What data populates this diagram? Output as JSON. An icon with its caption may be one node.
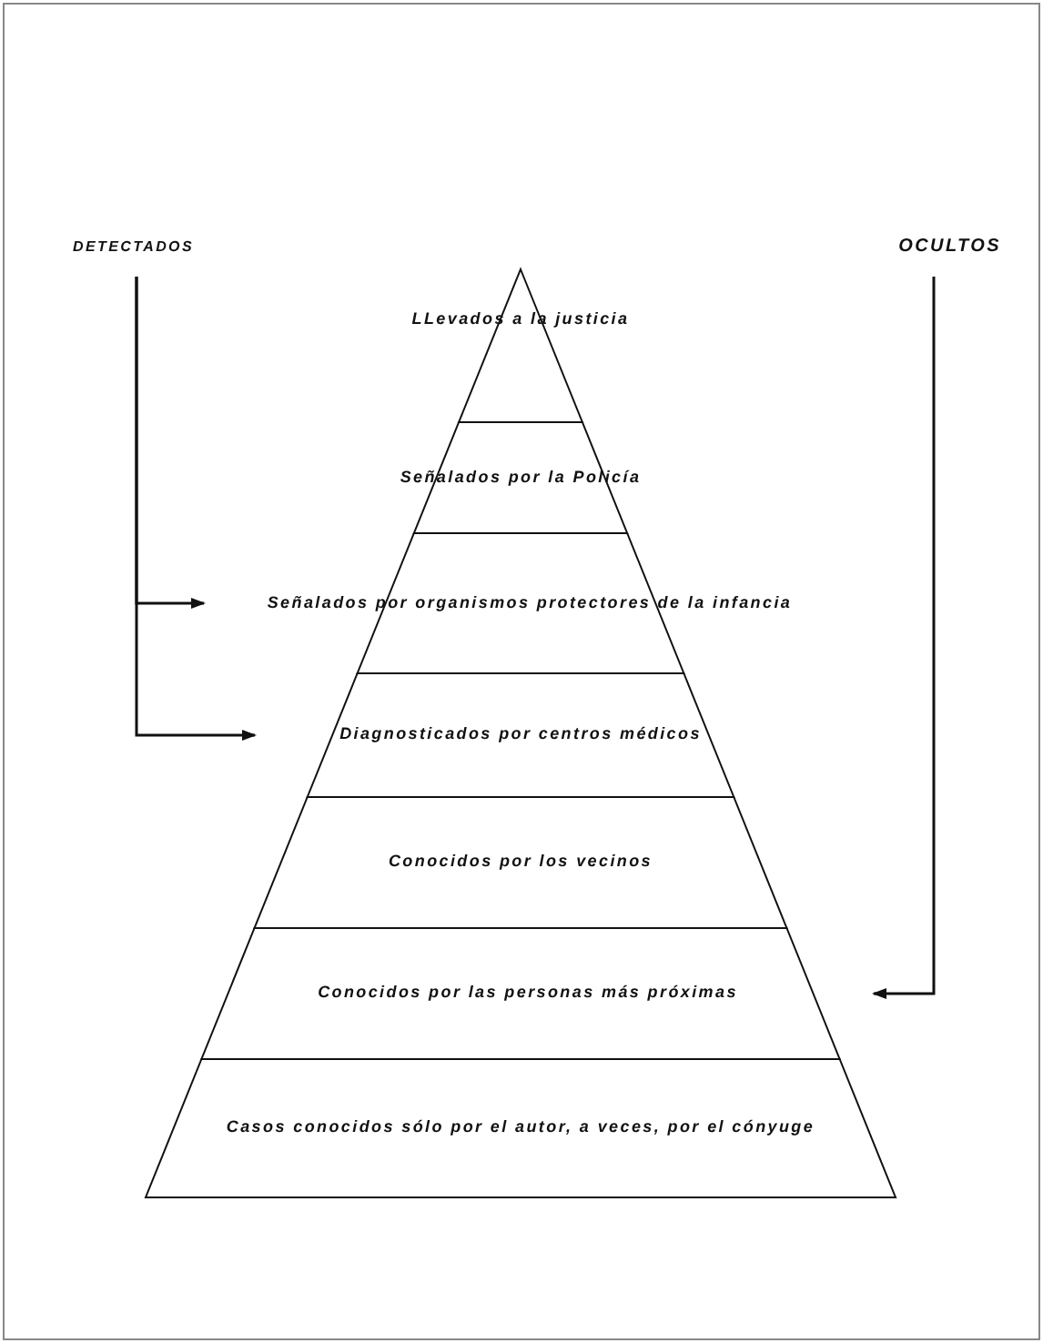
{
  "diagram": {
    "nodes": [
      {
        "text": [
          "LLevados a la justicia"
        ]
      },
      {
        "text": [
          "Señalados por la Policía"
        ]
      },
      {
        "text": [
          "Señalados por organismos protectores de la infancia"
        ]
      },
      {
        "text": [
          "Diagnosticados por centros médicos"
        ]
      },
      {
        "text": [
          "Conocidos por los vecinos"
        ]
      },
      {
        "text": [
          "Conocidos por las personas más próximas"
        ]
      },
      {
        "text": [
          "Casos conocidos sólo por el autor, a veces, por el cónyuge"
        ]
      },
      {
        "text": [
          "DETECTADOS"
        ]
      },
      {
        "text": [
          "OCULTOS"
        ]
      }
    ],
    "edges": [
      {
        "from": 7,
        "to": 2,
        "arrow": "to"
      },
      {
        "from": 7,
        "to": 3,
        "arrow": "to"
      },
      {
        "from": 8,
        "to": 5,
        "arrow": "to"
      }
    ]
  }
}
